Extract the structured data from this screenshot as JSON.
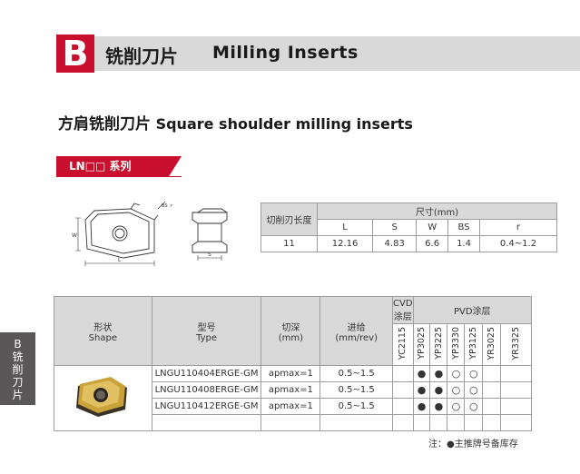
{
  "header": {
    "badge": "B",
    "title_cn": "铣削刀片",
    "title_en": "Milling Inserts"
  },
  "section": {
    "title_cn": "方肩铣削刀片",
    "title_en": "Square shoulder milling inserts",
    "series": "LN□□ 系列"
  },
  "drawing_labels": {
    "w": "W",
    "l": "L",
    "s": "S",
    "bs": "BS",
    "r": "r"
  },
  "dimension_table": {
    "cutting_length_header": "切削刃长度",
    "size_header": "尺寸(mm)",
    "columns": [
      "L",
      "S",
      "W",
      "BS",
      "r"
    ],
    "row": [
      "11",
      "12.16",
      "4.83",
      "6.6",
      "1.4",
      "0.4~1.2"
    ]
  },
  "main_table": {
    "headers": {
      "shape": "形状",
      "shape_en": "Shape",
      "type": "型号",
      "type_en": "Type",
      "depth": "切深",
      "depth_unit": "(mm)",
      "feed": "进给",
      "feed_unit": "(mm/rev)",
      "cvd": "CVD",
      "cvd2": "涂层",
      "pvd": "PVD涂层"
    },
    "grades": [
      "YC2115",
      "YP3025",
      "YP3225",
      "YP3330",
      "YP3125",
      "YR3025",
      "YR3325"
    ],
    "rows": [
      {
        "type": "LNGU110404ERGE-GM",
        "depth": "apmax=1",
        "feed": "0.5~1.5",
        "marks": [
          "",
          "●",
          "●",
          "○",
          "○",
          "",
          ""
        ]
      },
      {
        "type": "LNGU110408ERGE-GM",
        "depth": "apmax=1",
        "feed": "0.5~1.5",
        "marks": [
          "",
          "●",
          "●",
          "○",
          "○",
          "",
          ""
        ]
      },
      {
        "type": "LNGU110412ERGE-GM",
        "depth": "apmax=1",
        "feed": "0.5~1.5",
        "marks": [
          "",
          "●",
          "●",
          "○",
          "○",
          "",
          ""
        ]
      }
    ]
  },
  "note": "注：●主推牌号备库存",
  "side_tab": [
    "B",
    "铣",
    "削",
    "刀",
    "片"
  ],
  "colors": {
    "brand_red": "#c8102e",
    "header_gray": "#d9d9d9",
    "side_tab": "#595757",
    "insert_gold": "#c9a23a"
  }
}
